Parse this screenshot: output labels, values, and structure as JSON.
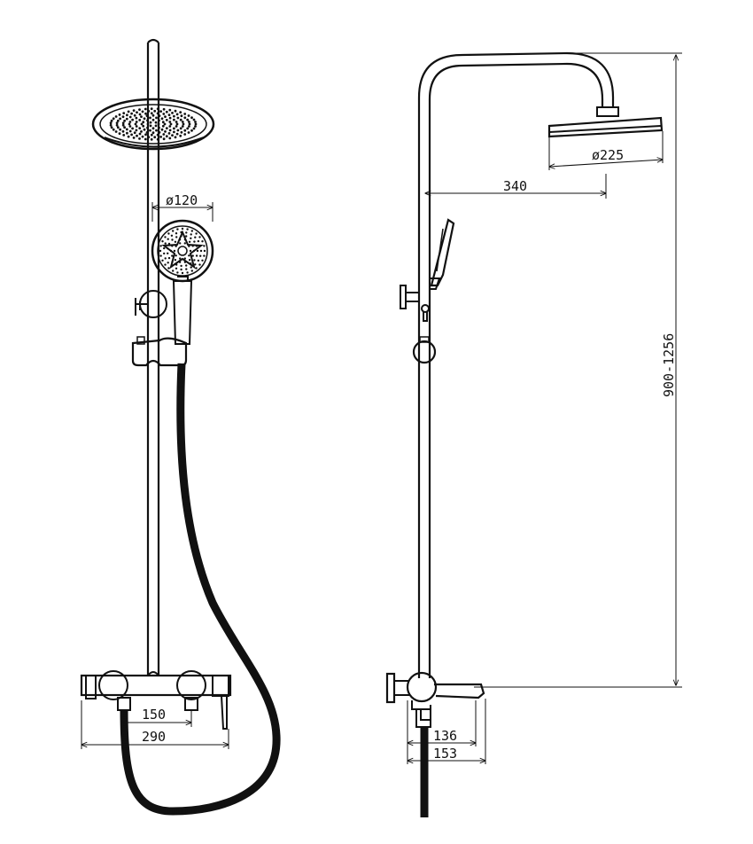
{
  "dimensions": {
    "hand_shower_diameter": "ø120",
    "mixer_spacing": "150",
    "mixer_width": "290",
    "head_diameter": "ø225",
    "arm_reach": "340",
    "height_range": "900-1256",
    "spout_depth_inner": "136",
    "spout_depth_outer": "153"
  }
}
